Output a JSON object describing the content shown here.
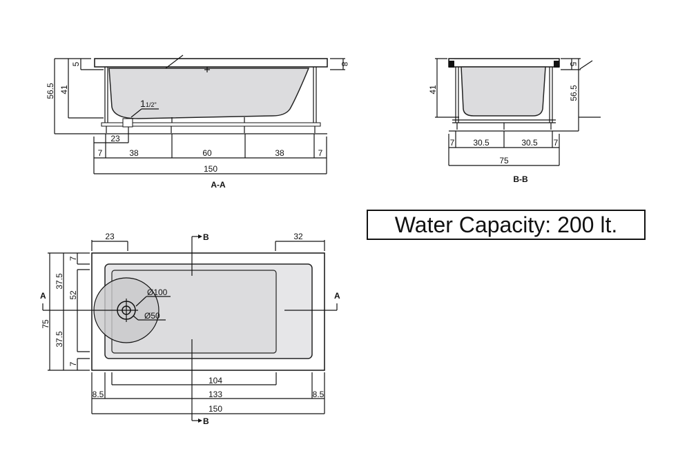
{
  "section_aa": {
    "label": "A-A",
    "dims": {
      "height_total": "56.5",
      "height_tub": "41",
      "rim": "5",
      "rim_right": "8",
      "drain_offset": "23",
      "seg1": "7",
      "seg2": "38",
      "seg3": "60",
      "seg4": "38",
      "seg5": "7",
      "length": "150"
    },
    "drain_size": "1",
    "drain_size_fraction": "1/2\""
  },
  "section_bb": {
    "label": "B-B",
    "dims": {
      "height_tub": "41",
      "rim": "5",
      "height_total": "56.5",
      "seg1": "7",
      "seg2": "30.5",
      "seg3": "30.5",
      "seg4": "7",
      "width": "75"
    }
  },
  "plan": {
    "section_a": "A",
    "section_b": "B",
    "dims": {
      "drain_x": "23",
      "right_margin": "32",
      "width": "75",
      "half1": "37.5",
      "half2": "37.5",
      "inner_width": "52",
      "edge_top": "7",
      "edge_bottom": "7",
      "inner_length": "104",
      "basin_length": "133",
      "edge_left": "8.5",
      "edge_right": "8.5",
      "length": "150"
    },
    "circle_large": "Ø100",
    "circle_small": "Ø50"
  },
  "water_capacity": "Water Capacity: 200 lt."
}
